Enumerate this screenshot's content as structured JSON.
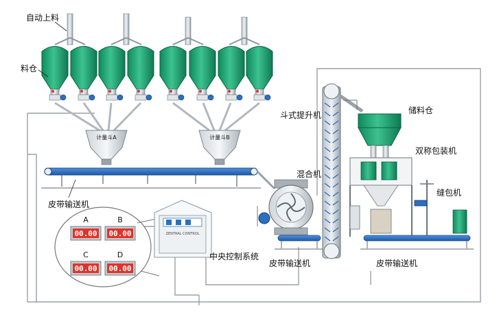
{
  "labels": {
    "auto_feed": "自动上料",
    "silo": "料仓",
    "hopper_a": "计量斗A",
    "hopper_b": "计量斗B",
    "belt_left": "皮带输送机",
    "belt_middle": "皮带输送机",
    "belt_right": "皮带输送机",
    "bucket_elevator": "斗式提升机",
    "mixer": "混合机",
    "storage_bin": "储料仓",
    "dual_scale_packer": "双称包装机",
    "sewing_machine": "缝包机",
    "control_system": "中央控制系统"
  },
  "control_panel": {
    "displays": [
      {
        "letter": "A",
        "value": "00.00"
      },
      {
        "letter": "B",
        "value": "00.00"
      },
      {
        "letter": "C",
        "value": "00.00"
      },
      {
        "letter": "D",
        "value": "00.00"
      }
    ],
    "cabinet_caption": "ZENTRAL CONTROL"
  },
  "colors": {
    "silo_green": "#1fa774",
    "belt_blue": "#2b6fc0",
    "led_red": "#e0342a",
    "frame_gray": "#9aa0a6"
  }
}
